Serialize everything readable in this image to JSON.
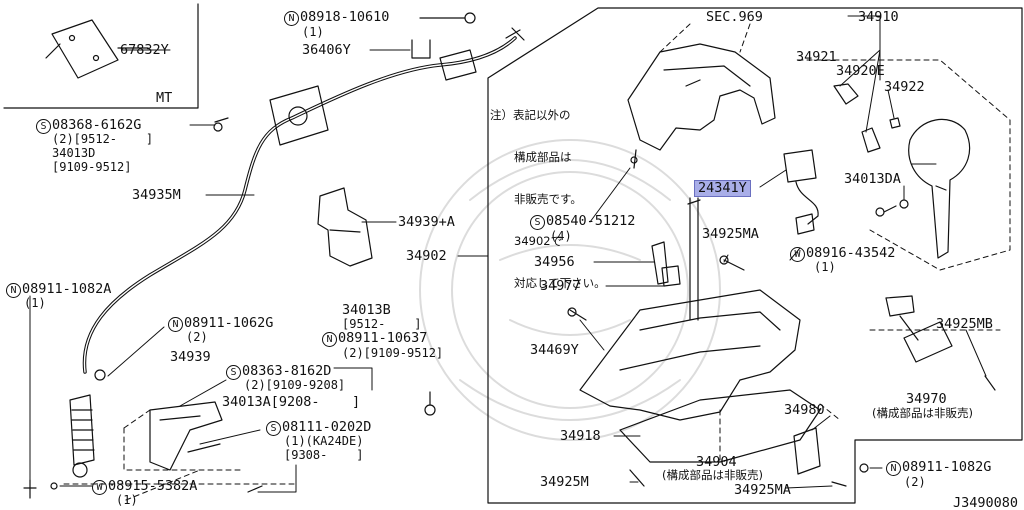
{
  "diagram": {
    "mt_label": "MT",
    "diagram_code": "J3490080",
    "note_lines": [
      "注）表記以外の",
      "構成部品は",
      "非販売です。",
      "34902で",
      "対応して下さい。"
    ],
    "callouts": [
      {
        "id": "p67832y",
        "text": "67832Y"
      },
      {
        "id": "n08918",
        "badge": "N",
        "text": "08918-10610",
        "sub": [
          "(1)"
        ]
      },
      {
        "id": "p36406y",
        "text": "36406Y"
      },
      {
        "id": "s08368",
        "badge": "S",
        "text": "08368-6162G",
        "sub": [
          "(2)[9512-    ]",
          "34013D",
          "[9109-9512]"
        ]
      },
      {
        "id": "p34935m",
        "text": "34935M"
      },
      {
        "id": "p34939a",
        "text": "34939+A"
      },
      {
        "id": "s08540",
        "badge": "S",
        "text": "08540-51212",
        "sub": [
          "(4)"
        ]
      },
      {
        "id": "p34902",
        "text": "34902"
      },
      {
        "id": "n08911a",
        "badge": "N",
        "text": "08911-1082A",
        "sub": [
          "(1)"
        ]
      },
      {
        "id": "n08911g",
        "badge": "N",
        "text": "08911-1062G",
        "sub": [
          "(2)"
        ]
      },
      {
        "id": "p34013b",
        "text": "34013B",
        "sub": [
          "[9512-    ]"
        ]
      },
      {
        "id": "n08911_10637",
        "badge": "N",
        "text": "08911-10637",
        "sub": [
          "(2)[9109-9512]"
        ]
      },
      {
        "id": "p34939",
        "text": "34939"
      },
      {
        "id": "s08363",
        "badge": "S",
        "text": "08363-8162D",
        "sub": [
          "(2)[9109-9208]"
        ]
      },
      {
        "id": "p34013a",
        "text": "34013A[9208-    ]"
      },
      {
        "id": "s08111",
        "badge": "S",
        "text": "08111-0202D",
        "sub": [
          "(1)(KA24DE)",
          "[9308-    ]"
        ]
      },
      {
        "id": "w08915",
        "badge": "W",
        "text": "08915-5382A",
        "sub": [
          "(1)"
        ]
      },
      {
        "id": "sec969",
        "text": "SEC.969"
      },
      {
        "id": "p34910",
        "text": "34910"
      },
      {
        "id": "p34921",
        "text": "34921"
      },
      {
        "id": "p34920e",
        "text": "34920E"
      },
      {
        "id": "p34922",
        "text": "34922"
      },
      {
        "id": "p24341y",
        "text": "24341Y"
      },
      {
        "id": "p34013da",
        "text": "34013DA"
      },
      {
        "id": "p34925ma_top",
        "text": "34925MA"
      },
      {
        "id": "w08916",
        "badge": "W",
        "text": "08916-43542",
        "sub": [
          "(1)"
        ]
      },
      {
        "id": "p34956",
        "text": "34956"
      },
      {
        "id": "p34977",
        "text": "34977"
      },
      {
        "id": "p34469y",
        "text": "34469Y"
      },
      {
        "id": "p34925mb",
        "text": "34925MB"
      },
      {
        "id": "p34970",
        "text": "34970",
        "sub": [
          "(構成部品は非販売)"
        ]
      },
      {
        "id": "p34980",
        "text": "34980"
      },
      {
        "id": "p34918",
        "text": "34918"
      },
      {
        "id": "p34904",
        "text": "34904",
        "sub": [
          "(構成部品は非販売)"
        ]
      },
      {
        "id": "p34925m_bot",
        "text": "34925M"
      },
      {
        "id": "p34925ma_bot",
        "text": "34925MA"
      },
      {
        "id": "n08911_1082g",
        "badge": "N",
        "text": "08911-1082G",
        "sub": [
          "(2)"
        ]
      }
    ]
  },
  "colors": {
    "line": "#111111",
    "highlight": "#a9aee8",
    "watermark": "#d8d8d8"
  }
}
